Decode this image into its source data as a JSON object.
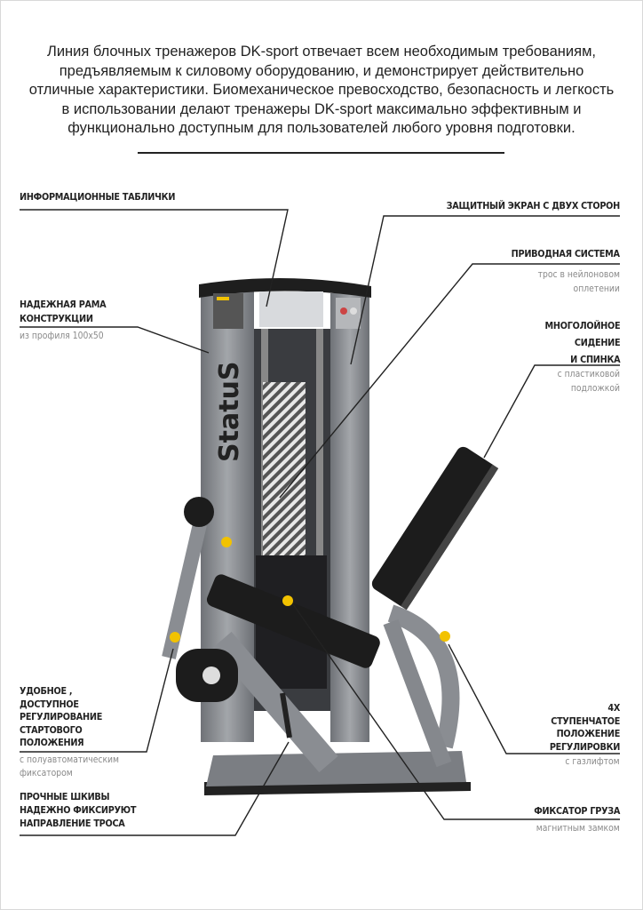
{
  "intro": {
    "lines": [
      "Линия блочных тренажеров DK-sport отвечает всем необходимым требованиям,",
      "предъявляемым к силовому оборудованию, и демонстрирует действительно",
      "отличные характеристики. Биомеханическое превосходство, безопасность и легкость",
      "в использовании делают тренажеры DK-sport максимально эффективным и",
      "функционально доступным для пользователей любого уровня подготовки."
    ]
  },
  "brand_logo": "StatuS",
  "callouts": {
    "info_plates": {
      "title": [
        "ИНФОРМАЦИОННЫЕ ТАБЛИЧКИ"
      ]
    },
    "shield": {
      "title": [
        "ЗАЩИТНЫЙ ЭКРАН С ДВУХ СТОРОН"
      ]
    },
    "drive": {
      "title": [
        "ПРИВОДНАЯ СИСТЕМА"
      ],
      "sub": [
        "трос в нейлоновом",
        "оплетении"
      ]
    },
    "frame": {
      "title": [
        "НАДЕЖНАЯ РАМА",
        "КОНСТРУКЦИИ"
      ],
      "sub": [
        "из профиля 100х50"
      ]
    },
    "seat": {
      "title": [
        "МНОГОЛОЙНОЕ",
        "СИДЕНИЕ",
        "И СПИНКА"
      ],
      "sub": [
        "с пластиковой",
        "подложкой"
      ]
    },
    "start_adjust": {
      "title": [
        "УДОБНОЕ ,",
        "ДОСТУПНОЕ",
        "РЕГУЛИРОВАНИЕ",
        "СТАРТОВОГО",
        "ПОЛОЖЕНИЯ"
      ],
      "sub": [
        "с полуавтоматическим",
        "фиксатором"
      ]
    },
    "pulleys": {
      "title": [
        "ПРОЧНЫЕ ШКИВЫ",
        "НАДЕЖНО ФИКСИРУЮТ",
        "НАПРАВЛЕНИЕ ТРОСА"
      ]
    },
    "steps": {
      "title": [
        "4Х",
        "СТУПЕНЧАТОЕ",
        "ПОЛОЖЕНИЕ",
        "РЕГУЛИРОВКИ"
      ],
      "sub": [
        "с газлифтом"
      ]
    },
    "weight_lock": {
      "title": [
        "ФИКСАТОР ГРУЗА"
      ],
      "sub": [
        "магнитным замком"
      ]
    }
  },
  "colors": {
    "frame": "#8e9094",
    "pad": "#1c1c1c",
    "accent": "#f2c200",
    "text": "#222222",
    "subtext": "#8a8a8a"
  }
}
